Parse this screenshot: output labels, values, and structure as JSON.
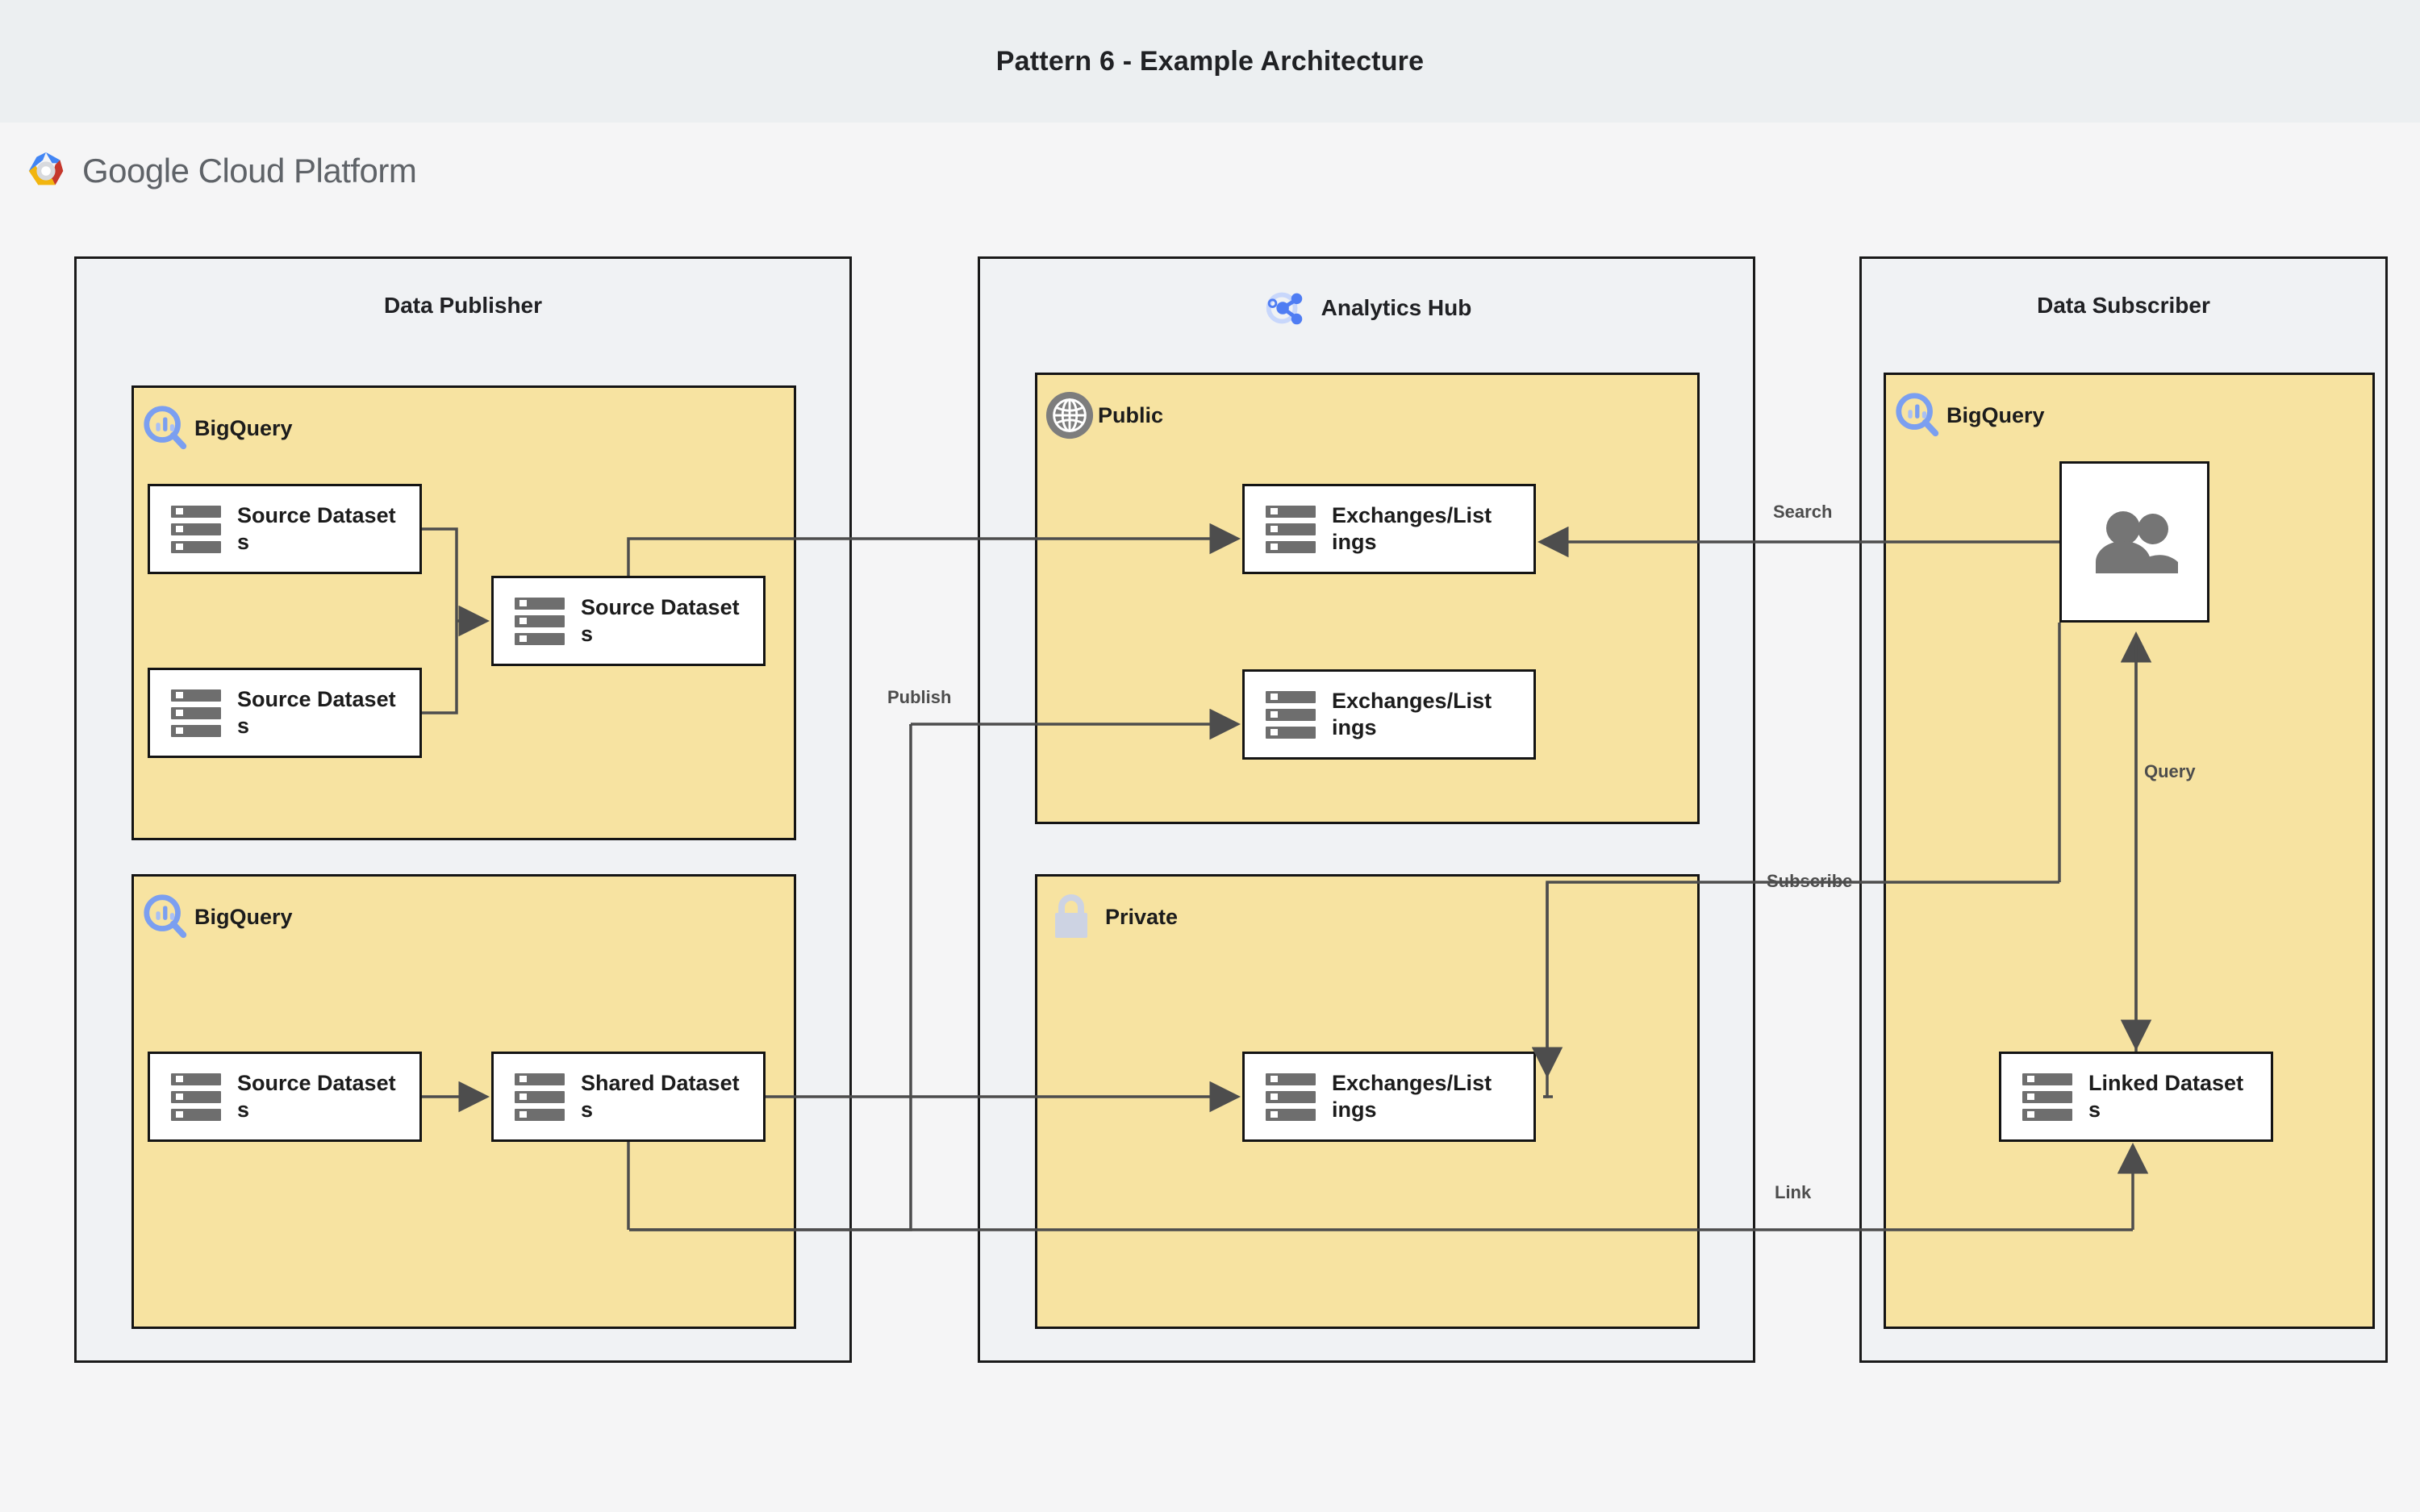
{
  "page": {
    "title": "Pattern 6 - Example Architecture",
    "platform_brand_google": "Google",
    "platform_brand_rest": " Cloud Platform",
    "background": "#f5f5f6",
    "title_band_bg": "#eceff1",
    "group_fill": "#f7e3a1",
    "zone_fill": "#f0f2f4",
    "stroke": "#141414",
    "wire_color": "#4d4d4d",
    "bigquery_blue": "#7b9ff0",
    "icon_gray": "#6e6e6e"
  },
  "zones": [
    {
      "id": "data-publisher",
      "title": "Data Publisher",
      "icon": null
    },
    {
      "id": "analytics-hub",
      "title": "Analytics Hub",
      "icon": "analytics-hub-icon"
    },
    {
      "id": "data-subscriber",
      "title": "Data Subscriber",
      "icon": null
    }
  ],
  "groups": {
    "publisher_top": {
      "label": "BigQuery",
      "icon": "bigquery-icon"
    },
    "publisher_bottom": {
      "label": "BigQuery",
      "icon": "bigquery-icon"
    },
    "hub_public": {
      "label": "Public",
      "icon": "globe-icon"
    },
    "hub_private": {
      "label": "Private",
      "icon": "lock-icon"
    },
    "subscriber_bq": {
      "label": "BigQuery",
      "icon": "bigquery-icon"
    }
  },
  "nodes": {
    "pub_src_a": {
      "label": "Source Datasets",
      "icon": "datasets-icon"
    },
    "pub_src_b": {
      "label": "Source Datasets",
      "icon": "datasets-icon"
    },
    "pub_src_mid": {
      "label": "Source Datasets",
      "icon": "datasets-icon"
    },
    "pub_src_lower": {
      "label": "Source Datasets",
      "icon": "datasets-icon"
    },
    "pub_shared": {
      "label": "Shared Datasets",
      "icon": "datasets-icon"
    },
    "hub_listing_1": {
      "label": "Exchanges/Listings",
      "icon": "datasets-icon"
    },
    "hub_listing_2": {
      "label": "Exchanges/Listings",
      "icon": "datasets-icon"
    },
    "hub_listing_private": {
      "label": "Exchanges/Listings",
      "icon": "datasets-icon"
    },
    "sub_users": {
      "label": "",
      "icon": "users-icon"
    },
    "sub_linked": {
      "label": "Linked Datasets",
      "icon": "datasets-icon"
    }
  },
  "edges": [
    {
      "id": "publish",
      "label": "Publish"
    },
    {
      "id": "search",
      "label": "Search"
    },
    {
      "id": "subscribe",
      "label": "Subscribe"
    },
    {
      "id": "query",
      "label": "Query"
    },
    {
      "id": "link",
      "label": "Link"
    }
  ]
}
